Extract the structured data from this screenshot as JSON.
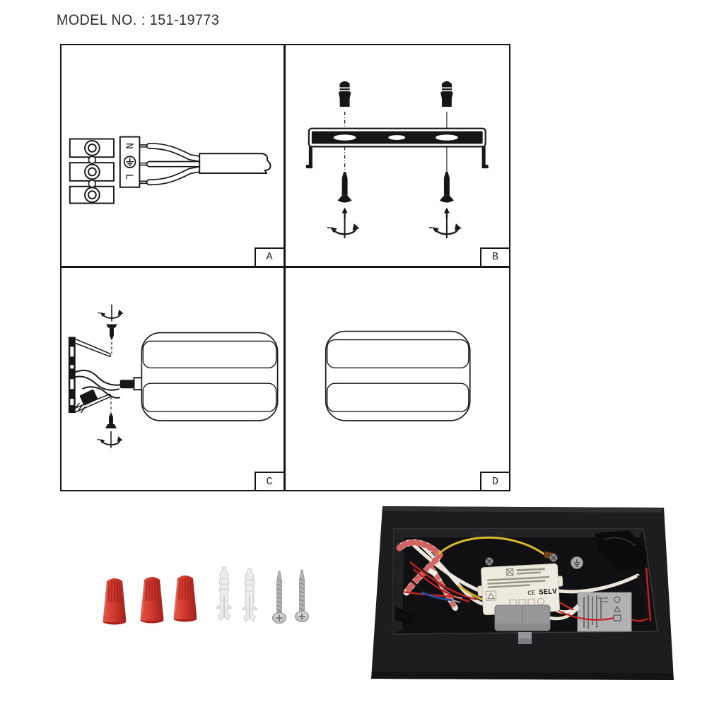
{
  "title": "MODEL NO. : 151-19773",
  "panels": {
    "a": {
      "label": "A",
      "terminal_top": "N",
      "terminal_bottom": "L"
    },
    "b": {
      "label": "B"
    },
    "c": {
      "label": "C"
    },
    "d": {
      "label": "D"
    }
  },
  "product_photo": {
    "driver_markings": {
      "ce": "CE",
      "selv": "SELV"
    }
  },
  "accessories": {
    "wire_nuts": {
      "count": 3,
      "color": "#d23b30"
    },
    "wall_plugs": {
      "count": 2,
      "color": "#ededeb"
    },
    "screws": {
      "count": 2,
      "color": "#b7b7b9"
    }
  },
  "colors": {
    "line_art": "#1a1a1a",
    "fixture_body": "#1c1c1e",
    "driver_label": "#efeadf",
    "wire_yellow": "#d9b92a",
    "wire_red": "#c42424",
    "wire_blue": "#2a4a9a",
    "wire_white": "#ece6dd"
  }
}
